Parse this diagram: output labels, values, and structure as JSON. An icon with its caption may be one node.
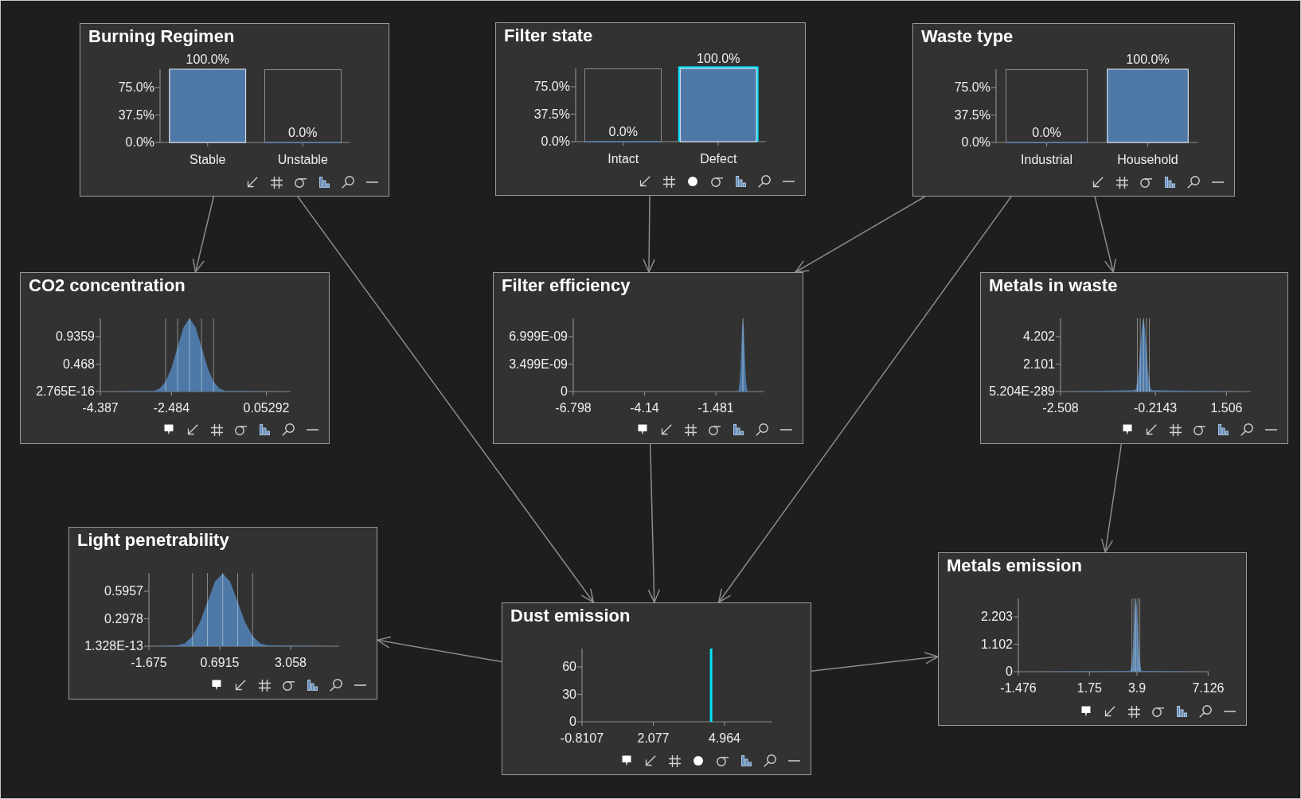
{
  "diagram": {
    "nodes": [
      {
        "text": [
          "Burning Regimen"
        ]
      },
      {
        "text": [
          "Filter state"
        ]
      },
      {
        "text": [
          "Waste type"
        ]
      },
      {
        "text": [
          "CO2 concentration"
        ]
      },
      {
        "text": [
          "Filter efficiency"
        ]
      },
      {
        "text": [
          "Metals in waste"
        ]
      },
      {
        "text": [
          "Light penetrability"
        ]
      },
      {
        "text": [
          "Dust emission"
        ]
      },
      {
        "text": [
          "Metals emission"
        ]
      }
    ],
    "edges": [
      {
        "from": 0,
        "to": 3,
        "arrow": "to"
      },
      {
        "from": 0,
        "to": 7,
        "arrow": "to"
      },
      {
        "from": 1,
        "to": 4,
        "arrow": "to"
      },
      {
        "from": 2,
        "to": 4,
        "arrow": "to"
      },
      {
        "from": 2,
        "to": 7,
        "arrow": "to"
      },
      {
        "from": 2,
        "to": 5,
        "arrow": "to"
      },
      {
        "from": 4,
        "to": 7,
        "arrow": "to"
      },
      {
        "from": 5,
        "to": 8,
        "arrow": "to"
      },
      {
        "from": 7,
        "to": 6,
        "arrow": "to"
      },
      {
        "from": 7,
        "to": 8,
        "arrow": "to"
      }
    ],
    "chart_data": [
      {
        "type": "bar",
        "categories": [
          "Stable",
          "Unstable"
        ],
        "series": [
          {
            "color": "#4e79a7",
            "values": [
              100,
              0
            ]
          }
        ],
        "value_labels": [
          "100.0%",
          "0.0%"
        ],
        "ylim": [
          0,
          100
        ],
        "yticks": [
          {
            "value": 0,
            "label": "0.0%"
          },
          {
            "value": 37.5,
            "label": "37.5%"
          },
          {
            "value": 75,
            "label": "75.0%"
          }
        ]
      },
      {
        "type": "bar",
        "categories": [
          "Intact",
          "Defect"
        ],
        "series": [
          {
            "color": "#4e79a7",
            "values": [
              0,
              100
            ]
          }
        ],
        "value_labels": [
          "0.0%",
          "100.0%"
        ],
        "ylim": [
          0,
          100
        ],
        "yticks": [
          {
            "value": 0,
            "label": "0.0%"
          },
          {
            "value": 37.5,
            "label": "37.5%"
          },
          {
            "value": 75,
            "label": "75.0%"
          }
        ],
        "bands": [
          {
            "axis": "x",
            "from": "Defect",
            "to": "Defect",
            "color": "#00e5ff"
          }
        ]
      },
      {
        "type": "bar",
        "categories": [
          "Industrial",
          "Household"
        ],
        "series": [
          {
            "color": "#4e79a7",
            "values": [
              0,
              100
            ]
          }
        ],
        "value_labels": [
          "0.0%",
          "100.0%"
        ],
        "ylim": [
          0,
          100
        ],
        "yticks": [
          {
            "value": 0,
            "label": "0.0%"
          },
          {
            "value": 37.5,
            "label": "37.5%"
          },
          {
            "value": 75,
            "label": "75.0%"
          }
        ]
      },
      {
        "type": "area",
        "x": [
          -4.387,
          -2.96,
          -2.8,
          -2.64,
          -2.48,
          -2.32,
          -2.16,
          -2.0,
          -1.84,
          -1.68,
          -1.52,
          -1.36,
          -1.2,
          -1.04,
          0.702
        ],
        "series": [
          {
            "color": "#4e79a7",
            "values": [
              0,
              0.01,
              0.05,
              0.17,
              0.41,
              0.76,
              1.1,
              1.25,
              1.1,
              0.76,
              0.41,
              0.17,
              0.05,
              0.01,
              0
            ]
          }
        ],
        "xlim": [
          -4.387,
          0.702
        ],
        "ylim": [
          0,
          1.25
        ],
        "xticks": [
          -4.387,
          -2.484,
          0.05292
        ],
        "yticks": [
          {
            "value": 2.765e-16,
            "label": "2.765E-16"
          },
          0.468,
          0.9359
        ],
        "ref_lines": [
          {
            "axis": "x",
            "value": -2.64
          },
          {
            "axis": "x",
            "value": -2.32
          },
          {
            "axis": "x",
            "value": -2.0
          },
          {
            "axis": "x",
            "value": -1.68
          },
          {
            "axis": "x",
            "value": -1.36
          }
        ]
      },
      {
        "type": "area",
        "x": [
          -6.798,
          -0.65,
          -0.62,
          -0.59,
          -0.56,
          -0.53,
          -0.5,
          -0.47,
          -0.44,
          -0.41,
          -0.38,
          -0.35,
          -0.32,
          -0.29,
          0.3
        ],
        "series": [
          {
            "color": "#4e79a7",
            "values": [
              0,
              0,
              4e-10,
              1.3e-09,
              3e-09,
              5.7e-09,
              8.2e-09,
              9.33e-09,
              8.2e-09,
              5.7e-09,
              3e-09,
              1.3e-09,
              4e-10,
              0,
              0
            ]
          }
        ],
        "xlim": [
          -6.798,
          0.3
        ],
        "ylim": [
          0,
          9.332e-09
        ],
        "xticks": [
          -6.798,
          -4.14,
          -1.481
        ],
        "yticks": [
          0,
          {
            "value": 3.499e-09,
            "label": "3.499E-09"
          },
          {
            "value": 6.999e-09,
            "label": "6.999E-09"
          }
        ],
        "ref_lines": [
          {
            "axis": "x",
            "value": -0.47
          }
        ]
      },
      {
        "type": "area",
        "x": [
          -2.508,
          -0.72,
          -0.68,
          -0.65,
          -0.61,
          -0.58,
          -0.54,
          -0.5,
          -0.47,
          -0.43,
          -0.4,
          -0.36,
          -0.33,
          -0.29,
          2.095
        ],
        "series": [
          {
            "color": "#4e79a7",
            "values": [
              0,
              0.1,
              0.2,
              0.8,
              1.8,
              3.4,
              4.9,
              5.6,
              4.9,
              3.4,
              1.8,
              0.8,
              0.2,
              0.1,
              0
            ]
          }
        ],
        "xlim": [
          -2.508,
          2.095
        ],
        "ylim": [
          0,
          5.603
        ],
        "xticks": [
          -2.508,
          -0.2143,
          1.506
        ],
        "yticks": [
          {
            "value": 5.204e-289,
            "label": "5.204E-289"
          },
          2.101,
          4.202
        ],
        "ref_lines": [
          {
            "axis": "x",
            "value": -0.65
          },
          {
            "axis": "x",
            "value": -0.58
          },
          {
            "axis": "x",
            "value": -0.5
          },
          {
            "axis": "x",
            "value": -0.43
          },
          {
            "axis": "x",
            "value": -0.36
          }
        ]
      },
      {
        "type": "area",
        "x": [
          -1.675,
          -0.72,
          -0.47,
          -0.22,
          0.03,
          0.28,
          0.53,
          0.79,
          1.04,
          1.29,
          1.54,
          1.79,
          2.04,
          2.29,
          4.68
        ],
        "series": [
          {
            "color": "#4e79a7",
            "values": [
              0,
              0.01,
              0.03,
              0.11,
              0.26,
              0.48,
              0.7,
              0.79,
              0.7,
              0.48,
              0.26,
              0.11,
              0.03,
              0.01,
              0
            ]
          }
        ],
        "xlim": [
          -1.675,
          4.68
        ],
        "ylim": [
          0,
          0.7943
        ],
        "xticks": [
          -1.675,
          0.6915,
          3.058
        ],
        "yticks": [
          {
            "value": 1.328e-13,
            "label": "1.328E-13"
          },
          0.2978,
          0.5957
        ],
        "ref_lines": [
          {
            "axis": "x",
            "value": -0.22
          },
          {
            "axis": "x",
            "value": 0.28
          },
          {
            "axis": "x",
            "value": 0.79
          },
          {
            "axis": "x",
            "value": 1.29
          },
          {
            "axis": "x",
            "value": 1.79
          }
        ]
      },
      {
        "type": "bar",
        "x": [
          4.42
        ],
        "series": [
          {
            "color": "#00e5ff",
            "values": [
              80
            ]
          }
        ],
        "xlim": [
          -0.8107,
          6.9
        ],
        "ylim": [
          0,
          80
        ],
        "xticks": [
          -0.8107,
          2.077,
          4.964
        ],
        "yticks": [
          0,
          30,
          60
        ]
      },
      {
        "type": "area",
        "x": [
          -1.476,
          3.58,
          3.63,
          3.67,
          3.72,
          3.76,
          3.81,
          3.85,
          3.9,
          3.94,
          3.99,
          4.03,
          4.08,
          4.12,
          7.147
        ],
        "series": [
          {
            "color": "#4e79a7",
            "values": [
              0,
              0.03,
              0.13,
              0.4,
              0.95,
              1.78,
              2.59,
              2.94,
              2.59,
              1.78,
              0.95,
              0.4,
              0.13,
              0.03,
              0
            ]
          }
        ],
        "xlim": [
          -1.476,
          7.147
        ],
        "ylim": [
          0,
          2.94
        ],
        "xticks": [
          -1.476,
          1.75,
          3.9,
          7.126
        ],
        "yticks": [
          0,
          1.102,
          2.203
        ],
        "ref_lines": [
          {
            "axis": "x",
            "value": 3.67
          },
          {
            "axis": "x",
            "value": 3.76
          },
          {
            "axis": "x",
            "value": 3.85
          },
          {
            "axis": "x",
            "value": 3.94
          },
          {
            "axis": "x",
            "value": 4.03
          }
        ]
      }
    ]
  }
}
